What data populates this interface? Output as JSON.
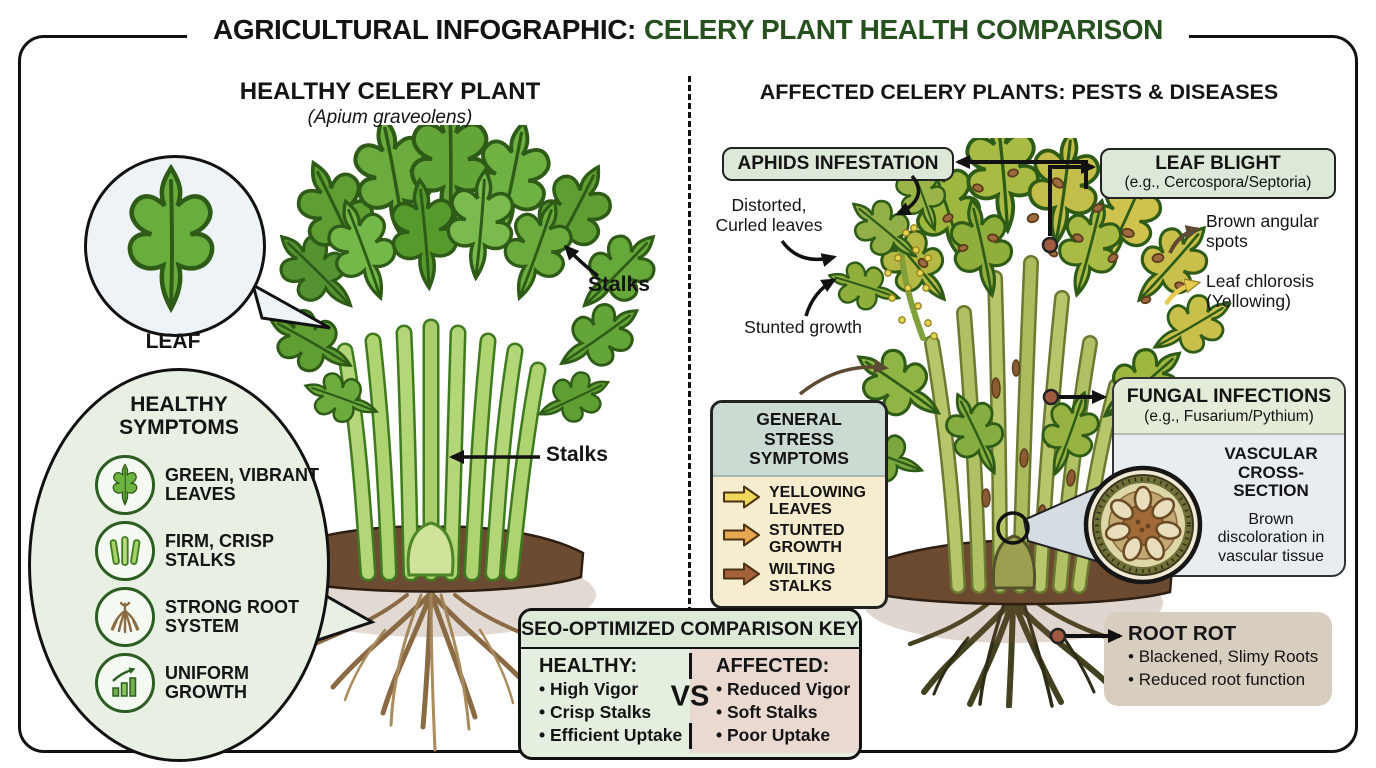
{
  "title": {
    "prefix": "AGRICULTURAL INFOGRAPHIC:",
    "highlight": "CELERY PLANT HEALTH COMPARISON"
  },
  "healthy": {
    "heading": "HEALTHY CELERY PLANT",
    "latin": "(Apium graveolens)",
    "leaf_callout": "LEAF",
    "stalks_top": "Stalks",
    "stalks_side": "Stalks",
    "symptoms": {
      "title": "HEALTHY SYMPTOMS",
      "items": [
        {
          "icon": "leaf-icon",
          "label": "GREEN, VIBRANT LEAVES"
        },
        {
          "icon": "stalks-icon",
          "label": "FIRM, CRISP STALKS"
        },
        {
          "icon": "roots-icon",
          "label": "STRONG ROOT SYSTEM"
        },
        {
          "icon": "growth-chart-icon",
          "label": "UNIFORM GROWTH"
        }
      ]
    }
  },
  "affected": {
    "heading": "AFFECTED CELERY PLANTS: PESTS & DISEASES",
    "aphids": {
      "title": "APHIDS INFESTATION",
      "distorted_label": "Distorted, Curled leaves",
      "stunted_label": "Stunted growth"
    },
    "leaf_blight": {
      "title": "LEAF BLIGHT",
      "subtitle": "(e.g., Cercospora/Septoria)",
      "spots_label": "Brown angular spots",
      "chlorosis_label": "Leaf chlorosis (Yellowing)"
    },
    "stress": {
      "title": "GENERAL STRESS SYMPTOMS",
      "items": [
        {
          "label": "YELLOWING LEAVES",
          "arrow_color": "#f1d75b"
        },
        {
          "label": "STUNTED GROWTH",
          "arrow_color": "#e8a852"
        },
        {
          "label": "WILTING STALKS",
          "arrow_color": "#a5613c"
        }
      ]
    },
    "fungal": {
      "title": "FUNGAL INFECTIONS",
      "subtitle": "(e.g., Fusarium/Pythium)",
      "cross_title": "VASCULAR CROSS-SECTION",
      "cross_note": "Brown discoloration in vascular tissue"
    },
    "root_rot": {
      "title": "ROOT ROT",
      "bullets": [
        "Blackened, Slimy Roots",
        "Reduced root function"
      ]
    }
  },
  "key": {
    "title": "SEO-OPTIMIZED COMPARISON KEY",
    "vs": "VS",
    "healthy_heading": "HEALTHY:",
    "healthy_bullets": [
      "High Vigor",
      "Crisp Stalks",
      "Efficient Uptake"
    ],
    "affected_heading": "AFFECTED:",
    "affected_bullets": [
      "Reduced Vigor",
      "Soft Stalks",
      "Poor Uptake"
    ]
  },
  "colors": {
    "title_accent": "#27501f",
    "healthy_bubble_bg": "#e8f0e3",
    "pill_bg": "#dce8d8",
    "stress_header_bg": "#cbdbd2",
    "stress_body_bg": "#f6eccf",
    "fungal_header_bg": "#e3ecd9",
    "fungal_body_bg": "#e8edf1",
    "root_rot_bg": "#d8cec0",
    "key_healthy_bg": "#e4efdf",
    "key_affected_bg": "#e9d9d1"
  }
}
